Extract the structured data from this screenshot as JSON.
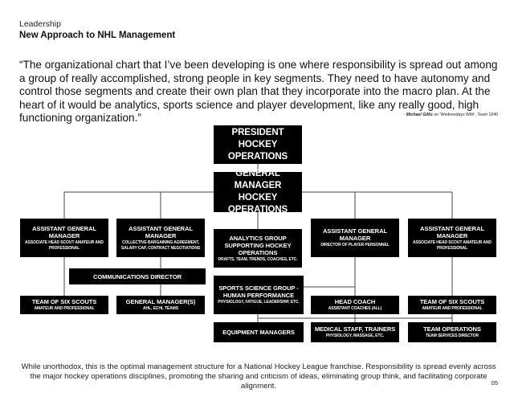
{
  "header": {
    "section": "Leadership",
    "title": "New Approach to NHL Management"
  },
  "quote": "“The organizational chart that I’ve been developing is one where responsibility is spread out among a group of really accomplished, strong people in key segments. They need to have autonomy and control those segments and create their own plan that they incorporate into the macro plan. At the heart of it would be analytics, sports science and player development, like any really good, high functioning organization.”",
  "attribution": {
    "prefix": "- ",
    "name": "Michael Gillis",
    "rest": " on ‘Wednesdays With’, Team 1040"
  },
  "org": {
    "president": {
      "title": "PRESIDENT HOCKEY OPERATIONS"
    },
    "gm": {
      "title": "GENERAL MANAGER HOCKEY OPERATIONS"
    },
    "agm1": {
      "title": "ASSISTANT GENERAL MANAGER",
      "sub": "ASSOCIATE HEAD SCOUT AMATEUR AND PROFESSIONAL"
    },
    "agm2": {
      "title": "ASSISTANT GENERAL MANAGER",
      "sub": "COLLECTIVE BARGAINING AGREEMENT, SALARY CAP, CONTRACT NEGOTIATIONS"
    },
    "analytics": {
      "title": "ANALYTICS GROUP SUPPORTING HOCKEY OPERATIONS",
      "sub": "DRAFTS, TEAM, TRENDS, COACHES, ETC."
    },
    "agm3": {
      "title": "ASSISTANT GENERAL MANAGER",
      "sub": "DIRECTOR OF PLAYER PERSONNEL"
    },
    "agm4": {
      "title": "ASSISTANT GENERAL MANAGER",
      "sub": "ASSOCIATE HEAD SCOUT AMATEUR AND PROFESSIONAL"
    },
    "comms": {
      "title": "COMMUNICATIONS DIRECTOR"
    },
    "sports_science": {
      "title": "SPORTS SCIENCE GROUP - HUMAN PERFORMANCE",
      "sub": "PHYSIOLOGY, FATIGUE, LEADERSHIP, ETC."
    },
    "scouts1": {
      "title": "TEAM OF SIX SCOUTS",
      "sub": "AMATEUR AND PROFESSIONAL"
    },
    "gms": {
      "title": "GENERAL MANAGER(S)",
      "sub": "AHL, ECHL TEAMS"
    },
    "head_coach": {
      "title": "HEAD COACH",
      "sub": "ASSISTANT COACHES (ALL)"
    },
    "scouts2": {
      "title": "TEAM OF SIX SCOUTS",
      "sub": "AMATEUR AND PROFESSIONAL"
    },
    "equipment": {
      "title": "EQUIPMENT MANAGERS"
    },
    "medical": {
      "title": "MEDICAL STAFF, TRAINERS",
      "sub": "PHYSIOLOGY, MASSAGE, ETC."
    },
    "team_ops": {
      "title": "TEAM OPERATIONS",
      "sub": "TEAM SERVICES DIRECTOR"
    }
  },
  "footer": "While unorthodox, this is the optimal management structure for a National Hockey League franchise. Responsibility is spread evenly across the major hockey operations disciplines, promoting the sharing and criticism of ideas, eliminating group think, and facilitating corporate alignment.",
  "page_number": "05"
}
